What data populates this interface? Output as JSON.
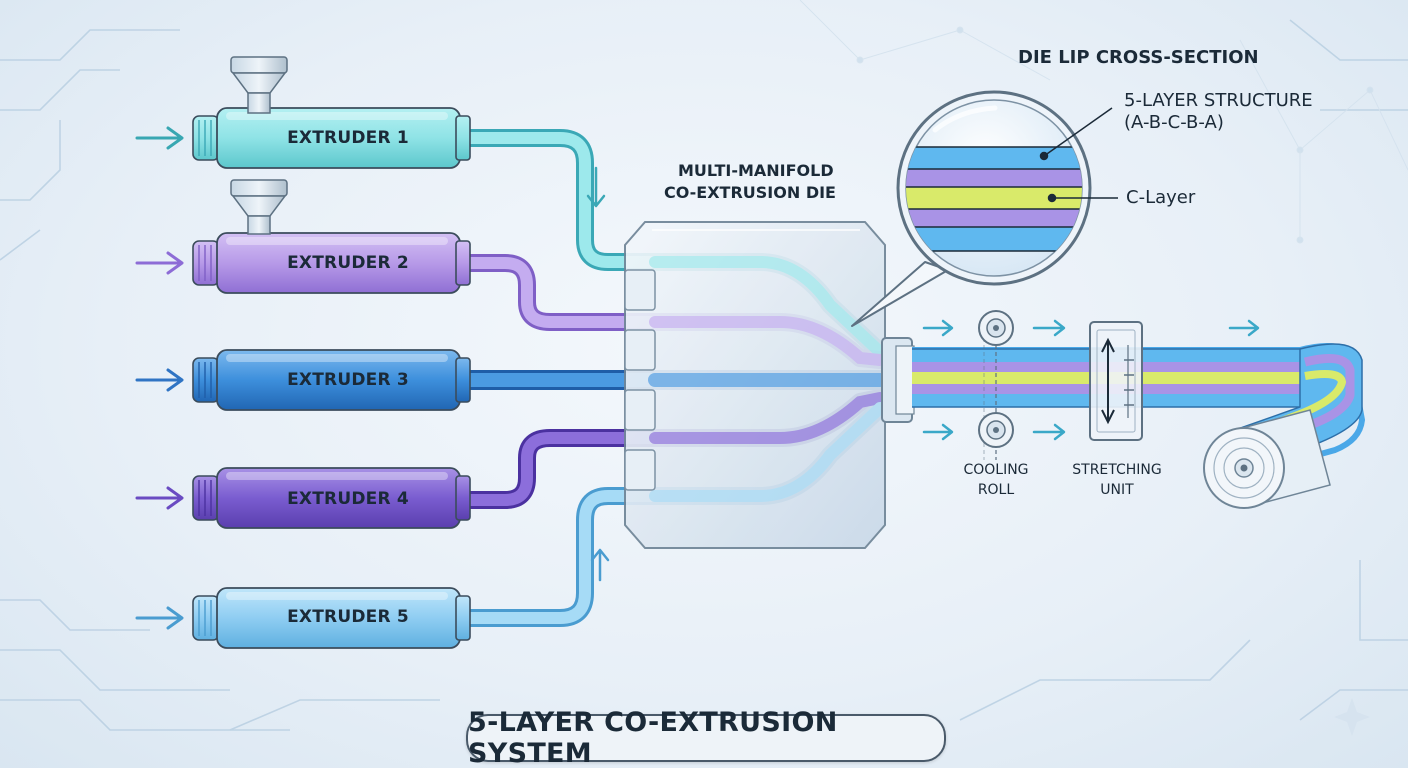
{
  "title": "5-LAYER CO-EXTRUSION SYSTEM",
  "extruders": [
    {
      "label": "EXTRUDER 1",
      "color": "#8fe3e6"
    },
    {
      "label": "EXTRUDER 2",
      "color": "#b79ae8"
    },
    {
      "label": "EXTRUDER 3",
      "color": "#3d8fdc"
    },
    {
      "label": "EXTRUDER 4",
      "color": "#7a5dd0"
    },
    {
      "label": "EXTRUDER 5",
      "color": "#8fcdf2"
    }
  ],
  "die": {
    "line1": "MULTI-MANIFOLD",
    "line2": "CO-EXTRUSION DIE"
  },
  "cross_section": {
    "title": "DIE LIP CROSS-SECTION",
    "structure_line1": "5-LAYER STRUCTURE",
    "structure_line2": "(A-B-C-B-A)",
    "c_layer": "C-Layer",
    "layer_colors": [
      "#5fb8ef",
      "#a993e6",
      "#d9ea6a",
      "#a993e6",
      "#5fb8ef"
    ]
  },
  "cooling": {
    "line1": "COOLING",
    "line2": "ROLL"
  },
  "stretching": {
    "line1": "STRETCHING",
    "line2": "UNIT"
  }
}
